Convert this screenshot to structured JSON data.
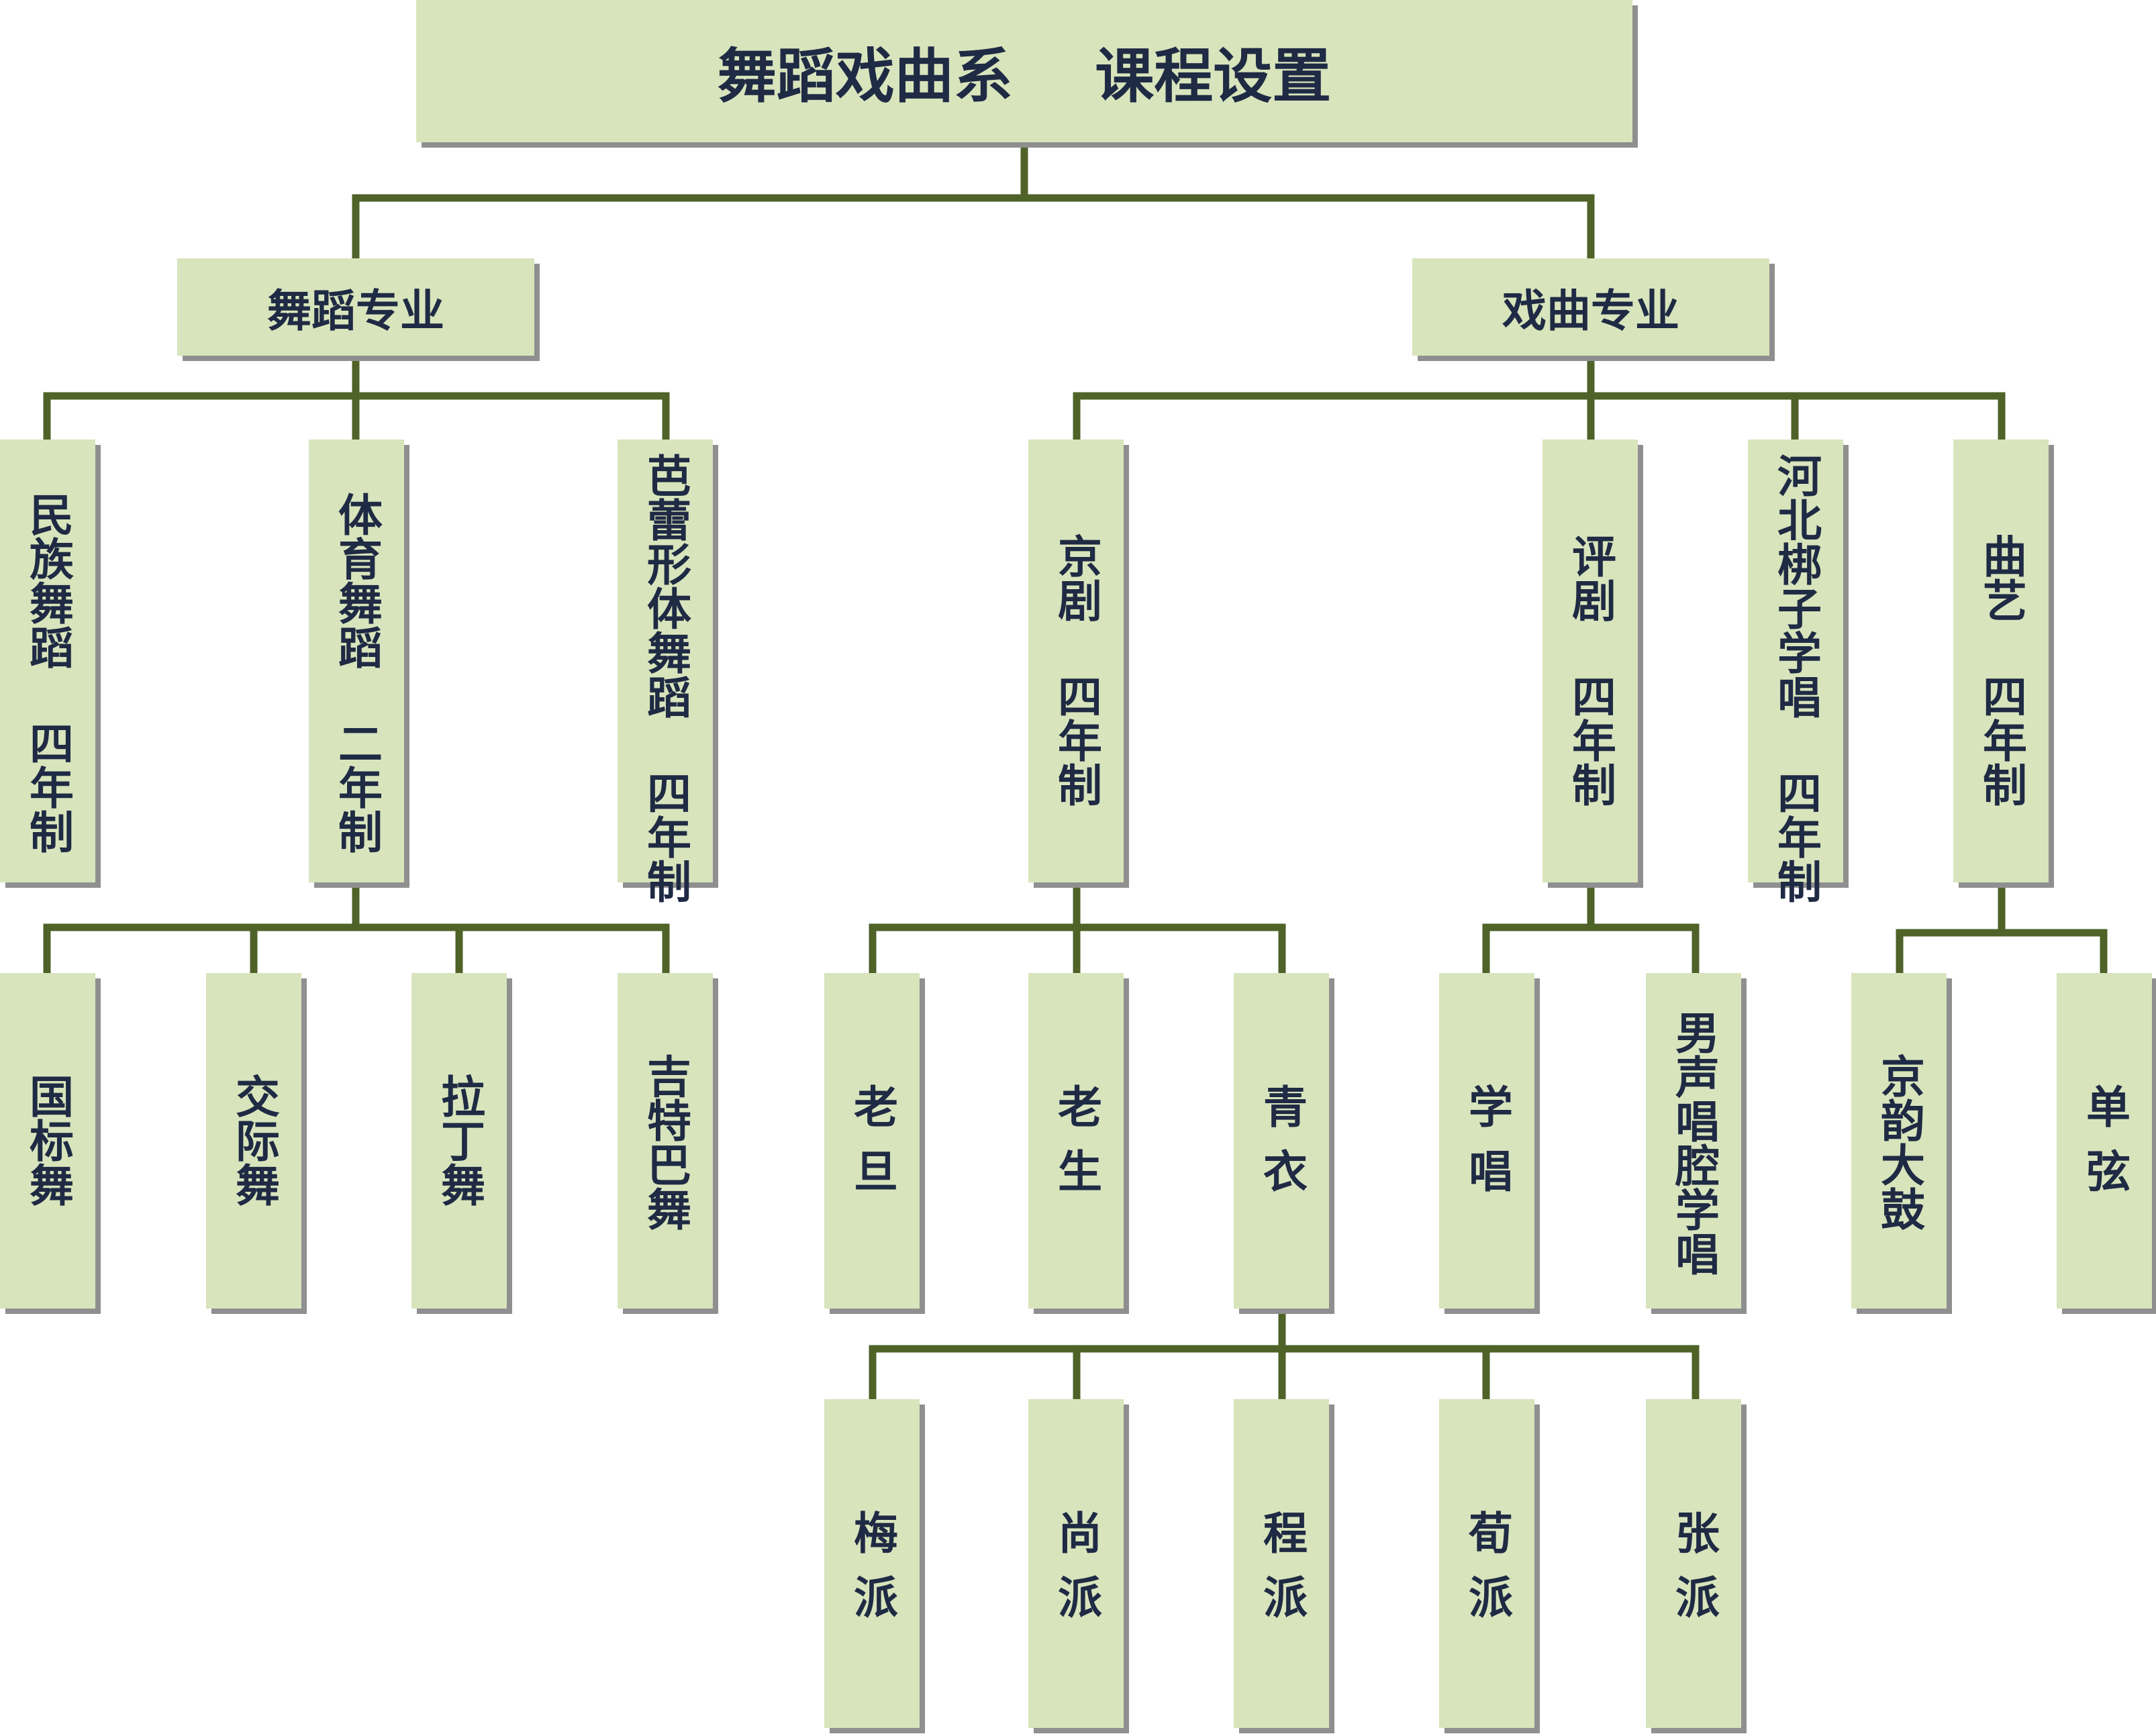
{
  "title": "舞蹈戏曲系    课程设置",
  "majors": {
    "dance": "舞蹈专业",
    "opera": "戏曲专业"
  },
  "programs": {
    "folk": "民族舞蹈 四年制",
    "sport": "体育舞蹈 二年制",
    "ballet": "芭蕾形体舞蹈 四年制",
    "peking": "京剧 四年制",
    "pingju": "评剧 四年制",
    "bangzi": "河北梆子学唱 四年制",
    "quyi": "曲艺 四年制"
  },
  "courses": {
    "guobiao": "国标舞",
    "jiaoji": "交际舞",
    "lading": "拉丁舞",
    "jiteba": "吉特巴舞",
    "laodan": "老旦",
    "laosheng": "老生",
    "qingyi": "青衣",
    "xuechang": "学唱",
    "nansheng": "男声唱腔学唱",
    "jingyun": "京韵大鼓",
    "danxian": "单弦"
  },
  "schools": {
    "mei": "梅派",
    "shang": "尚派",
    "cheng": "程派",
    "xun": "荀派",
    "zhang": "张派"
  },
  "colors": {
    "box_fill": "#d8e4bc",
    "connector": "#4f6228",
    "text": "#1f2a44",
    "shadow": "#8f8f8f"
  }
}
